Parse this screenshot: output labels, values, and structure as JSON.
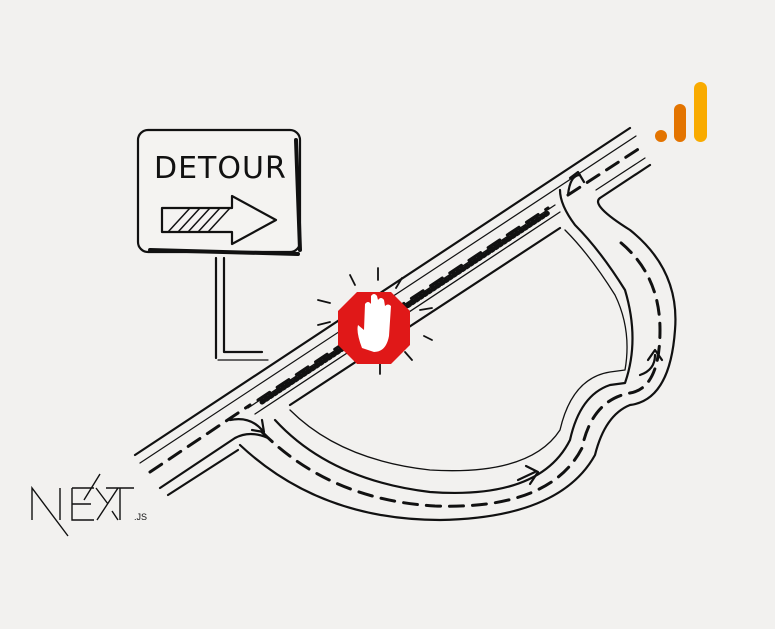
{
  "sign": {
    "text": "DETOUR",
    "arrow_icon": "arrow-right-icon"
  },
  "stop_badge": {
    "icon": "hand-stop-icon",
    "color": "#e01818"
  },
  "logos": {
    "nextjs": {
      "text": "NEXT",
      "suffix": ".JS"
    },
    "analytics": {
      "icon": "bar-chart-icon",
      "colors": [
        "#e37400",
        "#f9ab00"
      ]
    }
  },
  "colors": {
    "background": "#f2f1ef",
    "ink": "#111111"
  }
}
